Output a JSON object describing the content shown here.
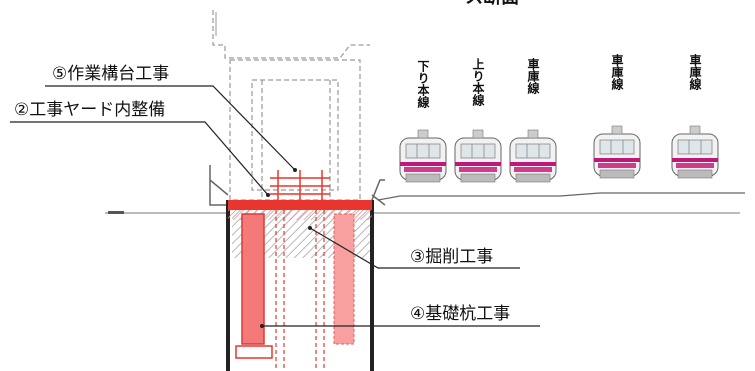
{
  "header": {
    "title": "ース断面"
  },
  "callouts": {
    "c5": "⑤作業構台工事",
    "c2": "②工事ヤード内整備",
    "c3": "③掘削工事",
    "c4": "④基礎杭工事"
  },
  "tracks": {
    "t1": "下り本線",
    "t2": "上り本線",
    "t3": "車庫線",
    "t4": "車庫線",
    "t5": "車庫線"
  },
  "colors": {
    "construction_red": "#e8362f",
    "pile_red": "#f47a7a",
    "train_magenta": "#c0187a",
    "line_dark": "#333333"
  }
}
